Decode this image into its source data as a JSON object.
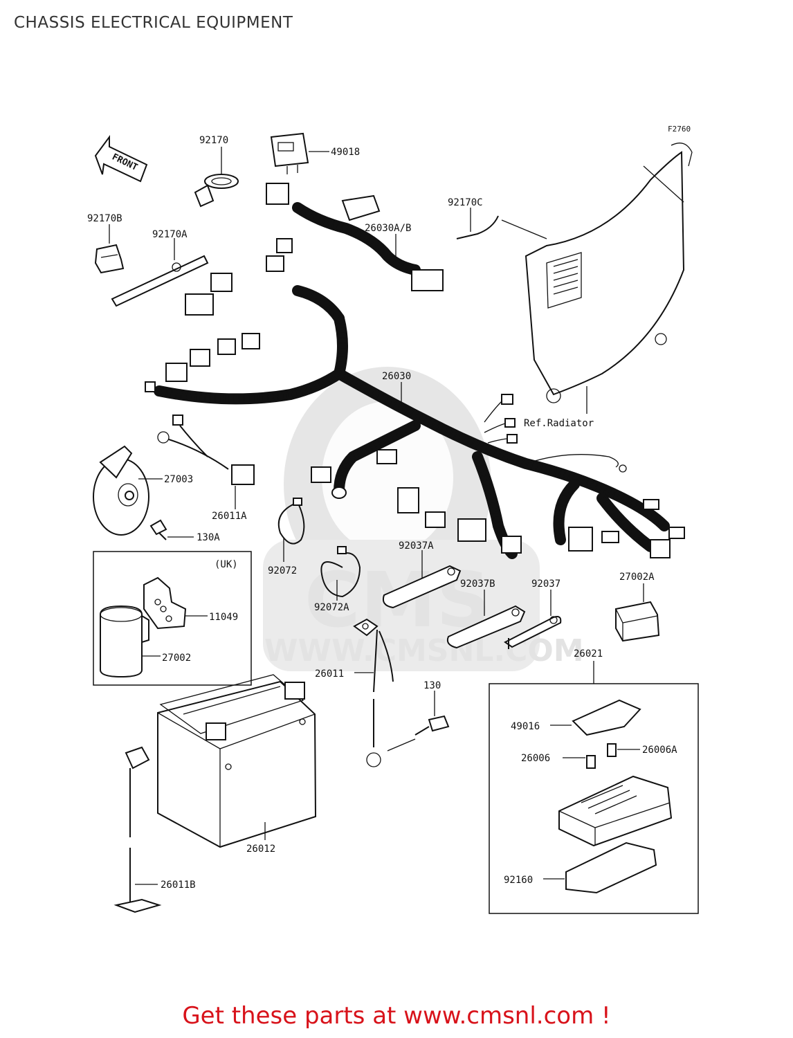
{
  "title": "CHASSIS ELECTRICAL EQUIPMENT",
  "figure_code": "F2760",
  "front_arrow_label": "FRONT",
  "region_label_uk": "(UK)",
  "reference_label": "Ref.Radiator",
  "watermark": {
    "brand": "CMS",
    "url": "WWW.CMSNL.COM"
  },
  "footer": "Get these parts at www.cmsnl.com !",
  "colors": {
    "footer_text": "#d8121a",
    "line": "#111111",
    "watermark": "#e3e3e3"
  },
  "parts": [
    {
      "id": "p-92170",
      "label": "92170"
    },
    {
      "id": "p-49018",
      "label": "49018"
    },
    {
      "id": "p-92170B",
      "label": "92170B"
    },
    {
      "id": "p-92170A",
      "label": "92170A"
    },
    {
      "id": "p-26030AB",
      "label": "26030A/B"
    },
    {
      "id": "p-92170C",
      "label": "92170C"
    },
    {
      "id": "p-26030",
      "label": "26030"
    },
    {
      "id": "p-27003",
      "label": "27003"
    },
    {
      "id": "p-26011A",
      "label": "26011A"
    },
    {
      "id": "p-130A",
      "label": "130A"
    },
    {
      "id": "p-11049",
      "label": "11049"
    },
    {
      "id": "p-27002",
      "label": "27002"
    },
    {
      "id": "p-92072",
      "label": "92072"
    },
    {
      "id": "p-92072A",
      "label": "92072A"
    },
    {
      "id": "p-92037A",
      "label": "92037A"
    },
    {
      "id": "p-92037B",
      "label": "92037B"
    },
    {
      "id": "p-92037",
      "label": "92037"
    },
    {
      "id": "p-27002A",
      "label": "27002A"
    },
    {
      "id": "p-26011",
      "label": "26011"
    },
    {
      "id": "p-130",
      "label": "130"
    },
    {
      "id": "p-26021",
      "label": "26021"
    },
    {
      "id": "p-49016",
      "label": "49016"
    },
    {
      "id": "p-26006",
      "label": "26006"
    },
    {
      "id": "p-26006A",
      "label": "26006A"
    },
    {
      "id": "p-26012",
      "label": "26012"
    },
    {
      "id": "p-92160",
      "label": "92160"
    },
    {
      "id": "p-26011B",
      "label": "26011B"
    }
  ]
}
